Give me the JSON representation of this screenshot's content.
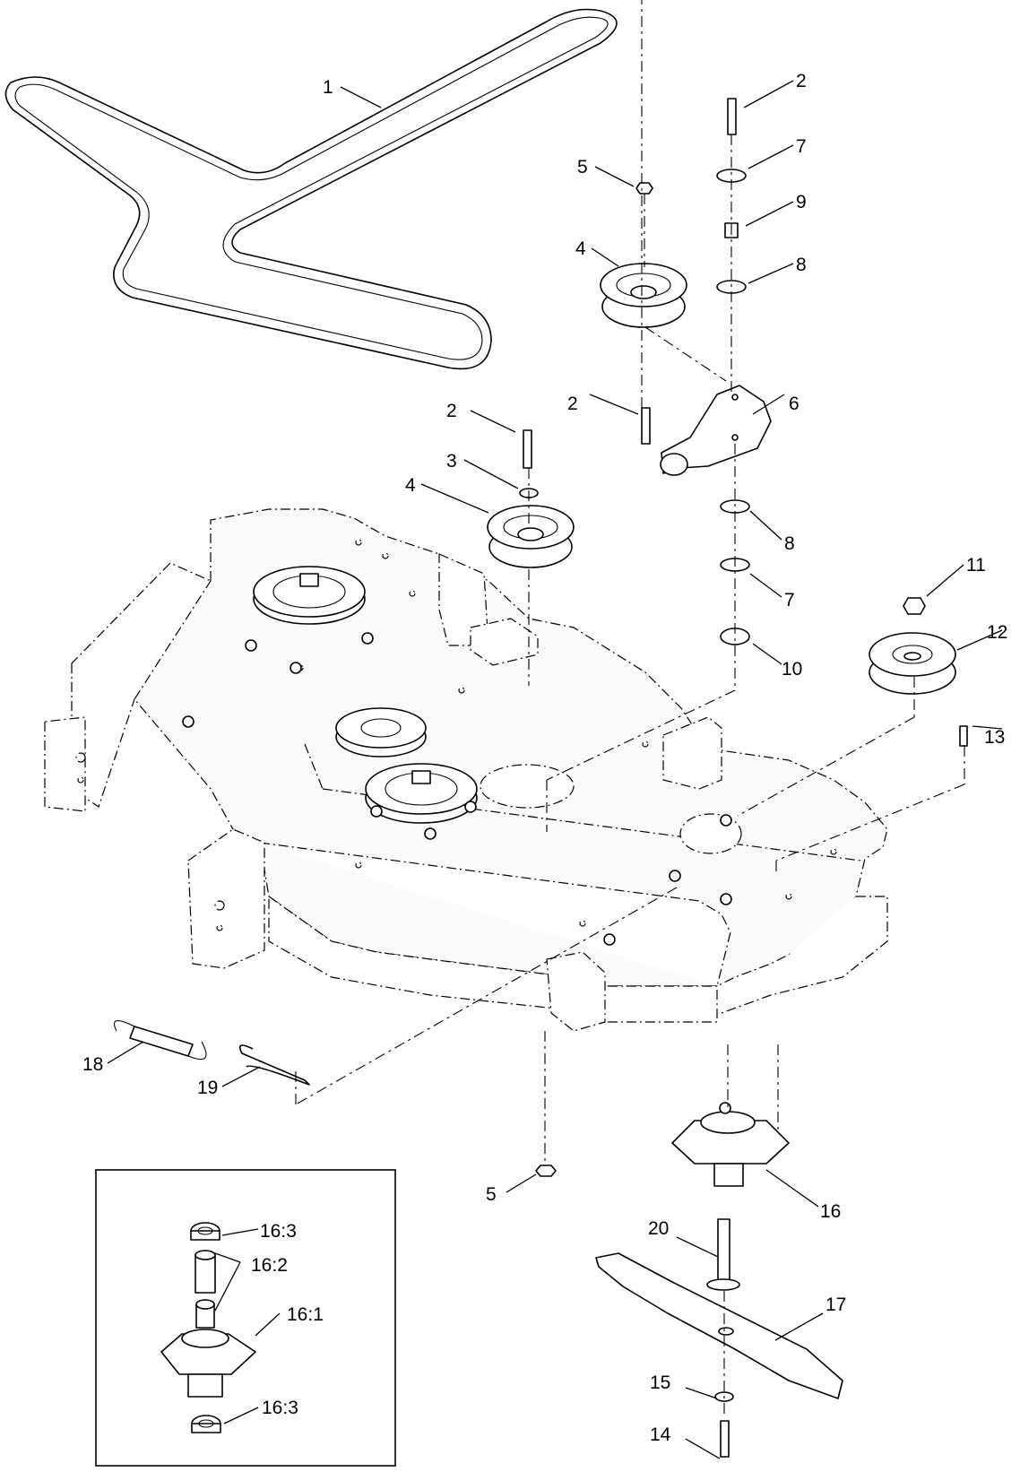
{
  "callouts": {
    "c1": "1",
    "c2_top": "2",
    "c7_top": "7",
    "c9": "9",
    "c8_top": "8",
    "c5_top": "5",
    "c4_upper": "4",
    "c2_bracket": "2",
    "c6": "6",
    "c2_mid": "2",
    "c3": "3",
    "c4_mid": "4",
    "c8_low": "8",
    "c7_low": "7",
    "c10": "10",
    "c11": "11",
    "c12": "12",
    "c13": "13",
    "c18": "18",
    "c19": "19",
    "c5_bottom": "5",
    "c16": "16",
    "c20": "20",
    "c17": "17",
    "c15": "15",
    "c14": "14"
  },
  "inset": {
    "c16_3_top": "16:3",
    "c16_2": "16:2",
    "c16_1": "16:1",
    "c16_3_bottom": "16:3"
  }
}
